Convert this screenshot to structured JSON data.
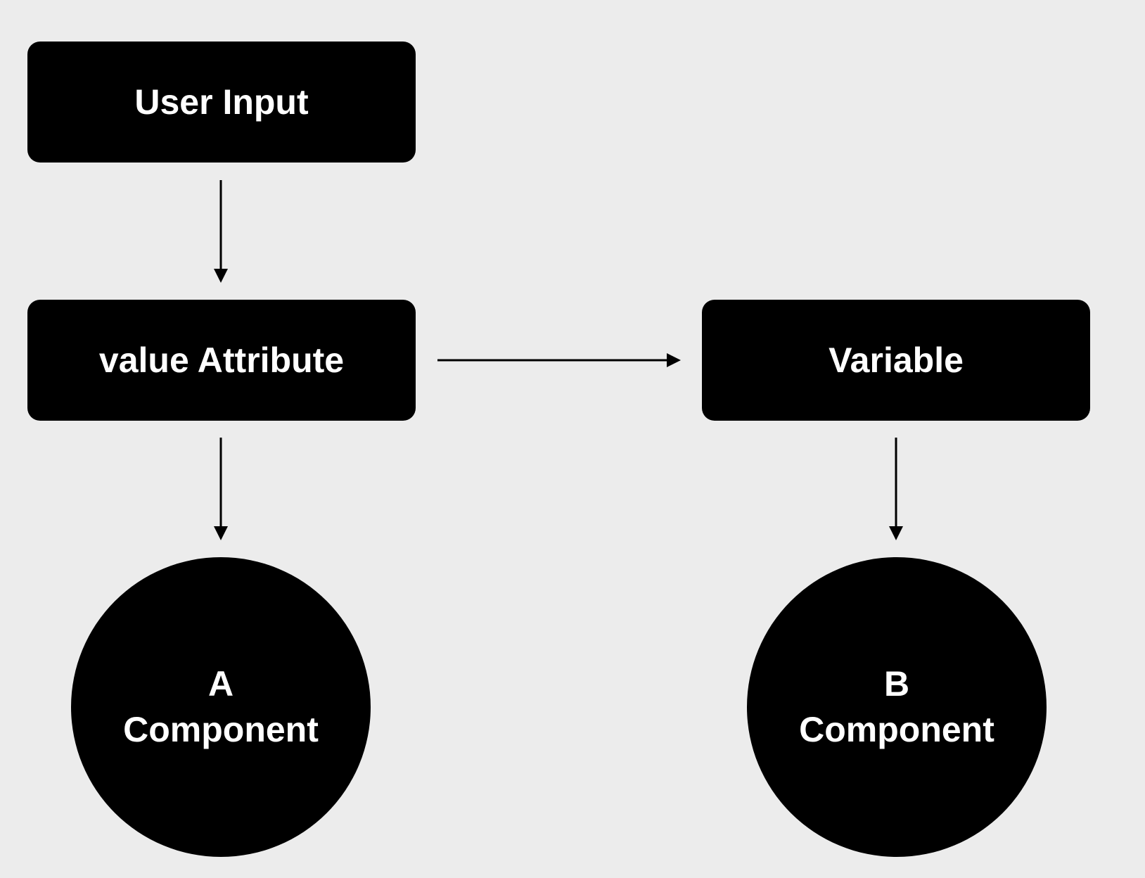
{
  "diagram": {
    "nodes": {
      "user_input": {
        "label": "User Input"
      },
      "value_attribute": {
        "label": "value Attribute"
      },
      "variable": {
        "label": "Variable"
      },
      "a_component": {
        "line1": "A",
        "line2": "Component"
      },
      "b_component": {
        "line1": "B",
        "line2": "Component"
      }
    },
    "edges": [
      {
        "from": "user_input",
        "to": "value_attribute"
      },
      {
        "from": "value_attribute",
        "to": "variable"
      },
      {
        "from": "value_attribute",
        "to": "a_component"
      },
      {
        "from": "variable",
        "to": "b_component"
      }
    ],
    "colors": {
      "background": "#ececec",
      "node_fill": "#000000",
      "node_text": "#ffffff",
      "arrow": "#000000"
    }
  }
}
